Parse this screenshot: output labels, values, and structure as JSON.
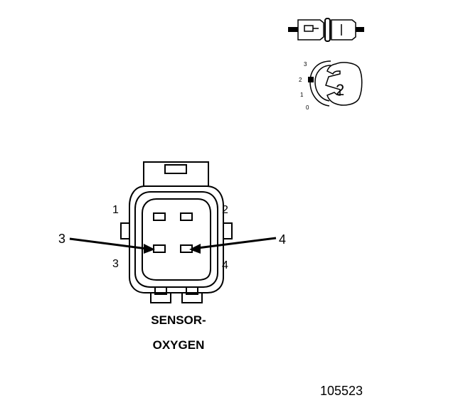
{
  "legend_icons": {
    "connector_view_icon": "inline-connector-icon",
    "rotation_scale": [
      "3",
      "2",
      "1",
      "0"
    ],
    "key_position": "2"
  },
  "connector": {
    "cavities": [
      {
        "id": "1"
      },
      {
        "id": "2"
      },
      {
        "id": "3"
      },
      {
        "id": "4"
      }
    ],
    "callouts": [
      {
        "label": "3"
      },
      {
        "label": "4"
      }
    ],
    "title_line1": "SENSOR-",
    "title_line2": "OXYGEN"
  },
  "figure_number": "105523"
}
